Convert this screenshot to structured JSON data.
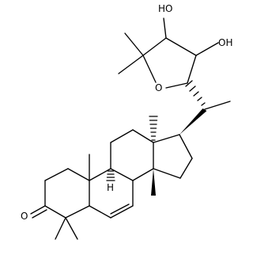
{
  "molecule": {
    "atom_labels": {
      "oh_top": "HO",
      "oh_right": "OH",
      "ring_oxygen": "O",
      "ketone_oxygen": "O",
      "stereo_h": "H"
    }
  }
}
